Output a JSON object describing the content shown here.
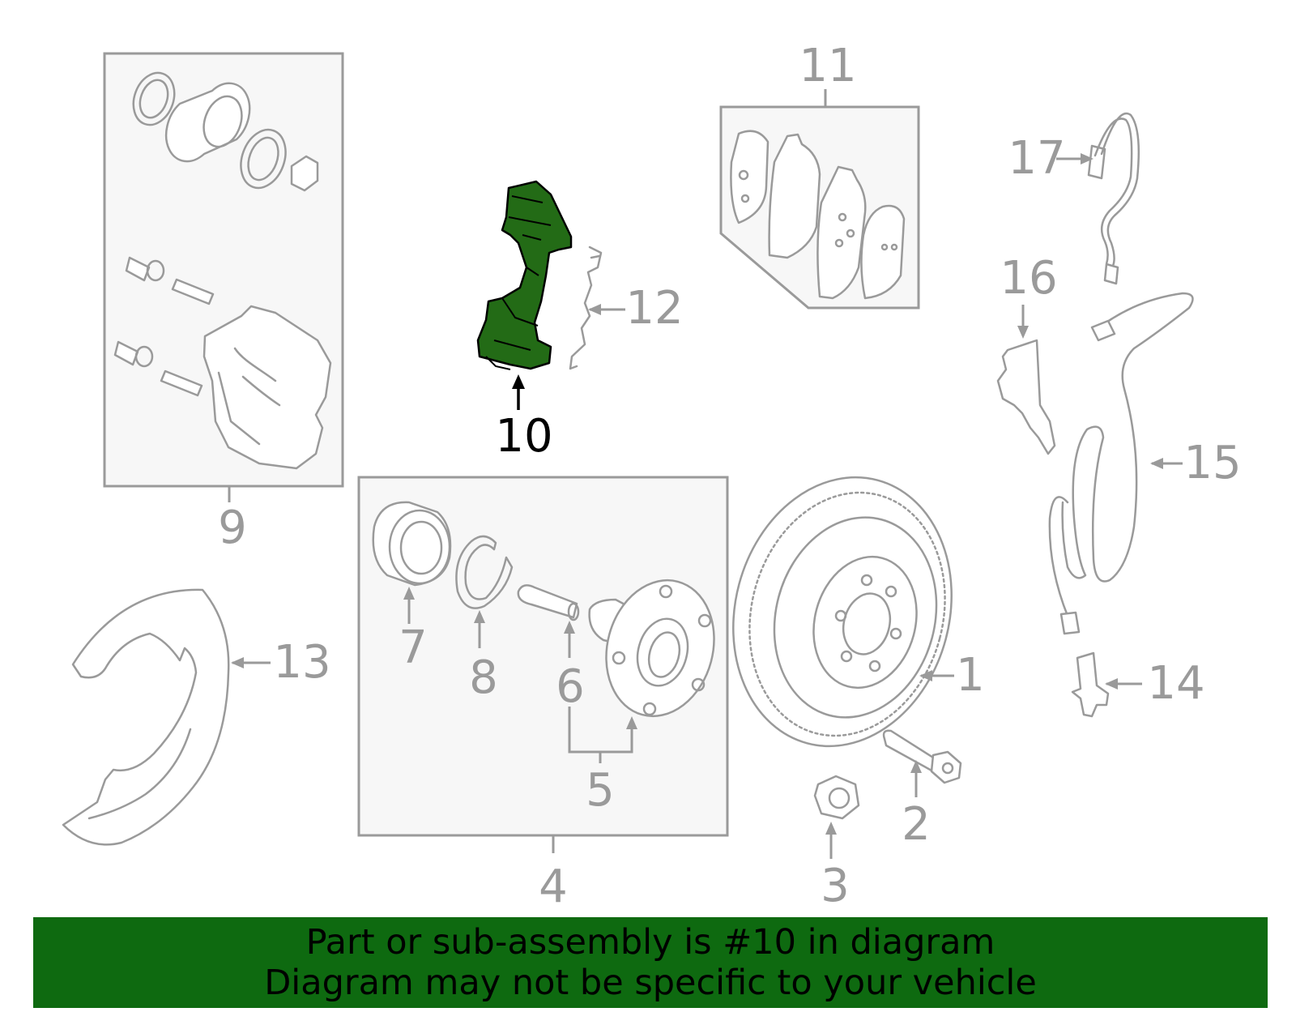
{
  "callouts": {
    "c1": "1",
    "c2": "2",
    "c3": "3",
    "c4": "4",
    "c5": "5",
    "c6": "6",
    "c7": "7",
    "c8": "8",
    "c9": "9",
    "c10": "10",
    "c11": "11",
    "c12": "12",
    "c13": "13",
    "c14": "14",
    "c15": "15",
    "c16": "16",
    "c17": "17"
  },
  "highlighted_part": "10",
  "colors": {
    "highlight": "#236b16",
    "banner": "#0e6a10",
    "linework": "#9a9a9a"
  },
  "banner": {
    "line1": "Part or sub-assembly is #10 in diagram",
    "line2": "Diagram may not be specific to your vehicle"
  }
}
